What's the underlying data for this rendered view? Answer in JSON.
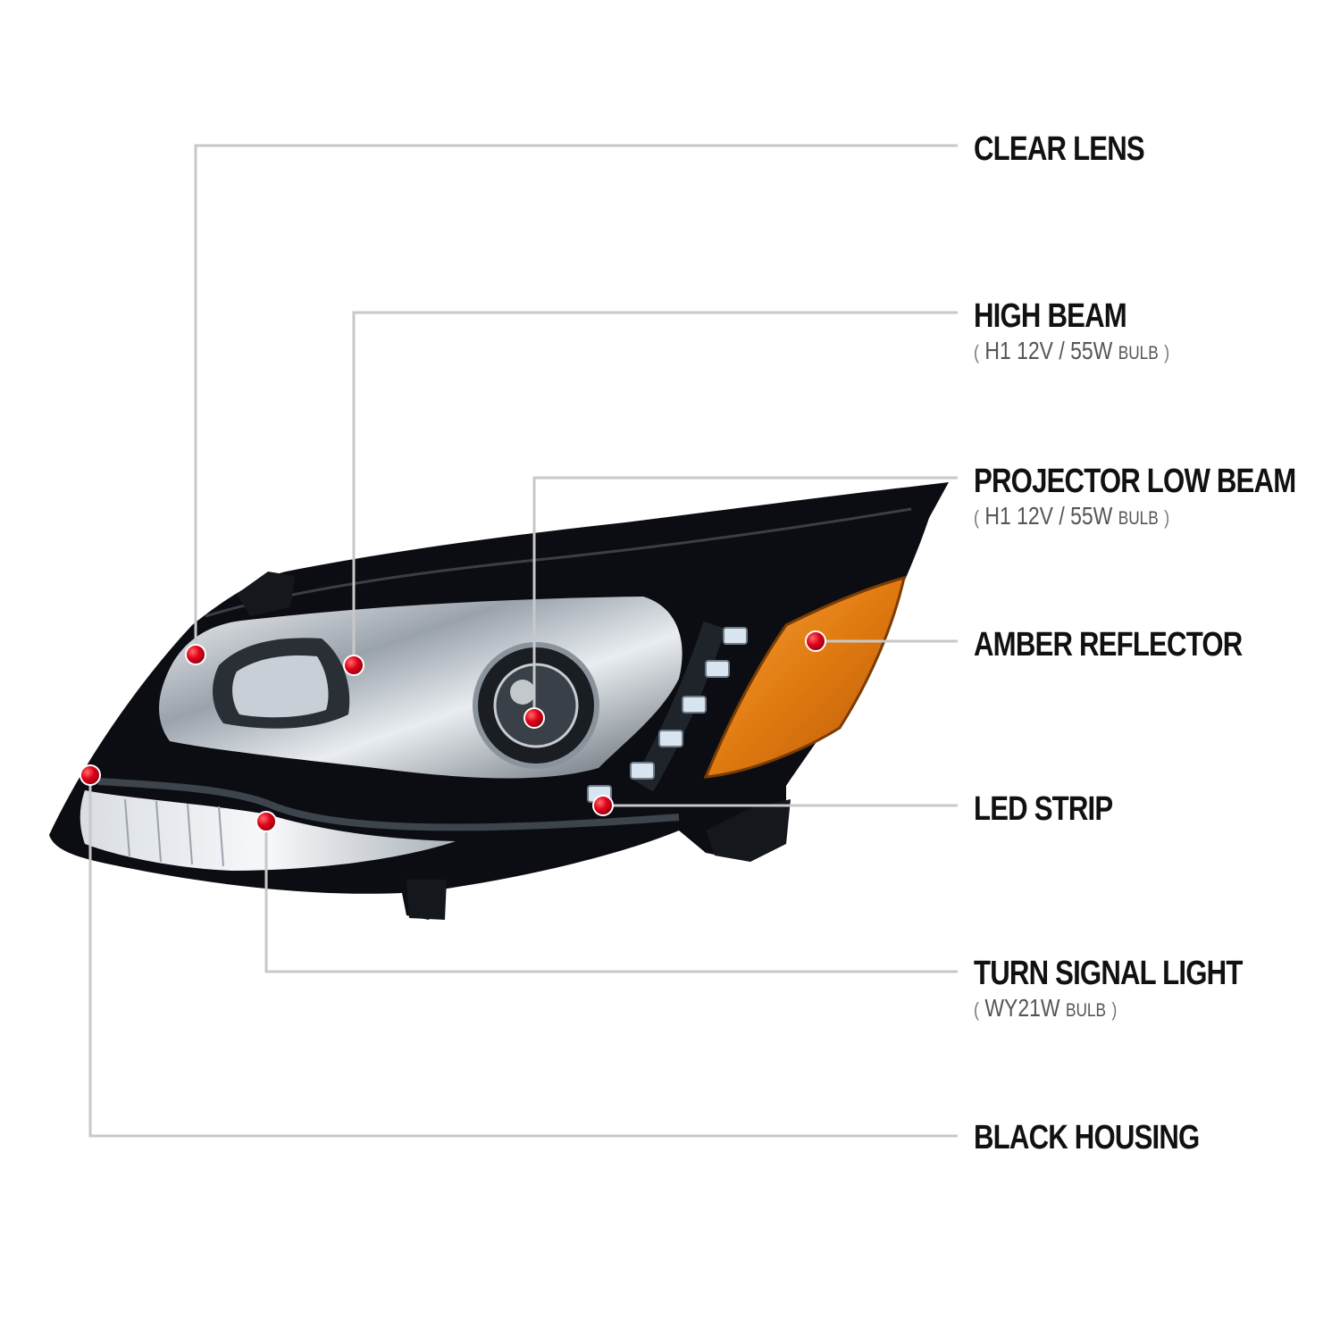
{
  "colors": {
    "leader_line": "#c8c8c8",
    "callout_dot": "#e0001a",
    "housing": "#0b0d12",
    "amber": "#e07a10",
    "label_text": "#111111",
    "sub_text": "#555555"
  },
  "callouts": [
    {
      "key": "clear_lens",
      "title": "CLEAR LENS"
    },
    {
      "key": "high_beam",
      "title": "HIGH BEAM",
      "bulb": {
        "open": "(",
        "type": "H1",
        "spec": "12V / 55W",
        "unit": "BULB",
        "close": ")"
      }
    },
    {
      "key": "projector_low_beam",
      "title": "PROJECTOR LOW BEAM",
      "bulb": {
        "open": "(",
        "type": "H1",
        "spec": "12V / 55W",
        "unit": "BULB",
        "close": ")"
      }
    },
    {
      "key": "amber_reflector",
      "title": "AMBER REFLECTOR"
    },
    {
      "key": "led_strip",
      "title": "LED STRIP"
    },
    {
      "key": "turn_signal_light",
      "title": "TURN SIGNAL LIGHT",
      "bulb": {
        "open": "(",
        "type": "WY21W",
        "spec": "",
        "unit": "BULB",
        "close": ")"
      }
    },
    {
      "key": "black_housing",
      "title": "BLACK HOUSING"
    }
  ]
}
